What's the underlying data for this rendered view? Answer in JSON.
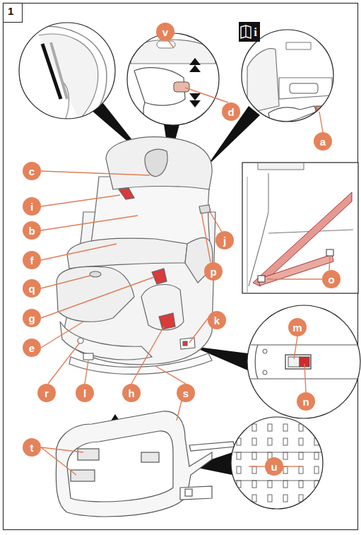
{
  "diagram": {
    "nodes": [
      {
        "text": [
          "1"
        ]
      },
      {
        "text": [
          "v"
        ]
      },
      {
        "text": [
          "i"
        ]
      },
      {
        "text": [
          "d"
        ]
      },
      {
        "text": [
          "a"
        ]
      },
      {
        "text": [
          "c"
        ]
      },
      {
        "text": [
          "i"
        ]
      },
      {
        "text": [
          "b"
        ]
      },
      {
        "text": [
          "j"
        ]
      },
      {
        "text": [
          "f"
        ]
      },
      {
        "text": [
          "p"
        ]
      },
      {
        "text": [
          "o"
        ]
      },
      {
        "text": [
          "q"
        ]
      },
      {
        "text": [
          "g"
        ]
      },
      {
        "text": [
          "k"
        ]
      },
      {
        "text": [
          "m"
        ]
      },
      {
        "text": [
          "e"
        ]
      },
      {
        "text": [
          "r"
        ]
      },
      {
        "text": [
          "l"
        ]
      },
      {
        "text": [
          "h"
        ]
      },
      {
        "text": [
          "s"
        ]
      },
      {
        "text": [
          "n"
        ]
      },
      {
        "text": [
          "t"
        ]
      },
      {
        "text": [
          "u"
        ]
      }
    ]
  }
}
